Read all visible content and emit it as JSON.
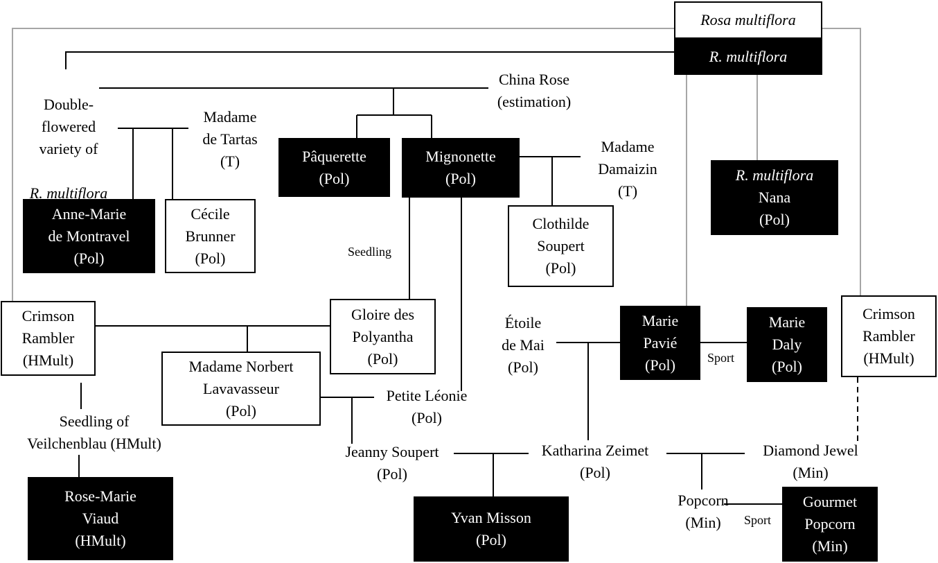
{
  "nodes": {
    "rosa_multiflora_title": "Rosa multiflora",
    "r_multiflora": "R. multiflora",
    "double_flowered": "Double-\nflowered\nvariety of",
    "double_flowered_species": "R. multiflora",
    "china_rose": "China Rose\n(estimation)",
    "madame_tartas": "Madame\nde Tartas\n(T)",
    "paquerette": "Pâquerette\n(Pol)",
    "mignonette": "Mignonette\n(Pol)",
    "madame_damaizin": "Madame\nDamaizin\n(T)",
    "nana_species": "R. multiflora",
    "nana_rest": "Nana\n(Pol)",
    "anne_marie": "Anne-Marie\nde Montravel\n(Pol)",
    "cecile": "Cécile\nBrunner\n(Pol)",
    "clothilde": "Clothilde\nSoupert\n(Pol)",
    "crimson_left": "Crimson\nRambler\n(HMult)",
    "gloire": "Gloire des\nPolyantha\n(Pol)",
    "etoile": "Étoile\nde Mai\n(Pol)",
    "marie_pavie": "Marie\nPavié\n(Pol)",
    "marie_daly": "Marie\nDaly\n(Pol)",
    "crimson_right": "Crimson\nRambler\n(HMult)",
    "norbert": "Madame Norbert\nLavavasseur\n(Pol)",
    "petite_leonie": "Petite Léonie\n(Pol)",
    "seedling_veilchenblau": "Seedling of\nVeilchenblau (HMult)",
    "jeanny": "Jeanny Soupert\n(Pol)",
    "katharina": "Katharina Zeimet\n(Pol)",
    "diamond": "Diamond Jewel\n(Min)",
    "popcorn": "Popcorn\n(Min)",
    "rose_marie": "Rose-Marie\nViaud\n(HMult)",
    "yvan": "Yvan Misson\n(Pol)",
    "gourmet": "Gourmet\nPopcorn\n(Min)"
  },
  "edge_labels": {
    "seedling": "Seedling",
    "sport_daly": "Sport",
    "sport_popcorn": "Sport"
  },
  "colors": {
    "line": "#000000",
    "grey_line": "#a6a6a6",
    "black_box": "#000000",
    "white_box": "#ffffff"
  }
}
